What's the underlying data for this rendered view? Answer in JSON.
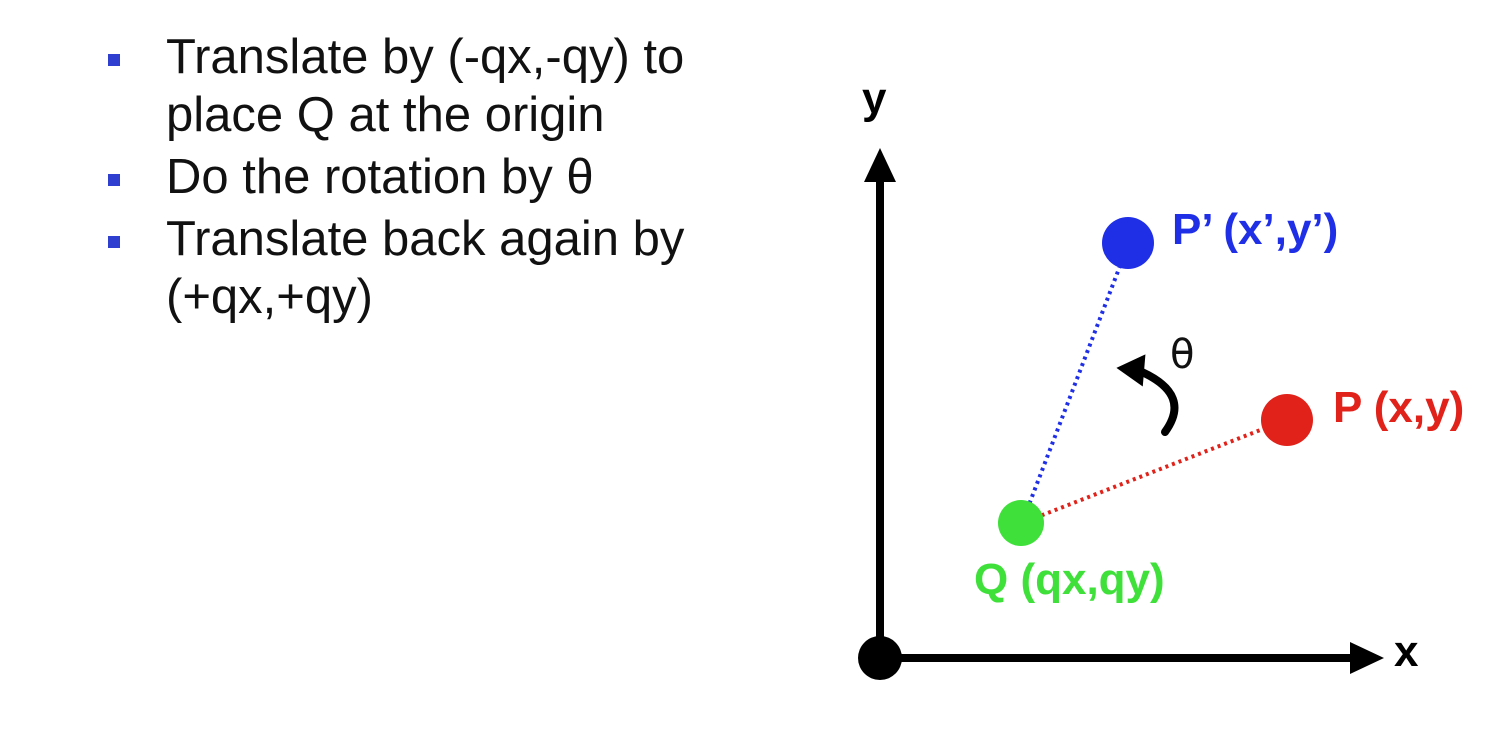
{
  "bullets": [
    {
      "lines": [
        "Translate by (-qx,-qy) to",
        "place Q at the origin"
      ]
    },
    {
      "lines": [
        "Do the rotation by θ"
      ]
    },
    {
      "lines": [
        "Translate back again by",
        "(+qx,+qy)"
      ]
    }
  ],
  "diagram": {
    "axis_y_label": "y",
    "axis_x_label": "x",
    "points": {
      "p_prime_label": "P’ (x’,y’)",
      "p_label": "P (x,y)",
      "q_label": "Q (qx,qy)"
    },
    "angle_label": "θ"
  },
  "colors": {
    "bullet_marker": "#2f3fd0",
    "p_prime": "#1f2fe6",
    "p": "#e0221a",
    "q": "#3fe03a",
    "axis": "#000000"
  }
}
